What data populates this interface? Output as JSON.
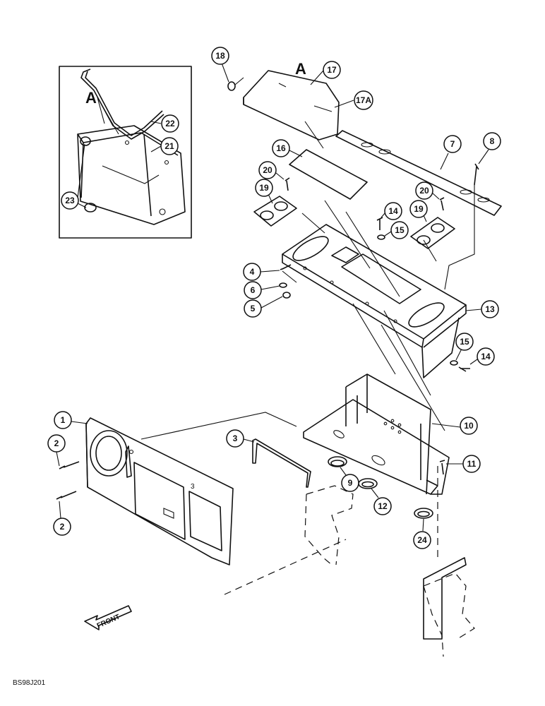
{
  "callouts": {
    "c1": "1",
    "c2a": "2",
    "c2b": "2",
    "c3": "3",
    "c4": "4",
    "c5": "5",
    "c6": "6",
    "c7": "7",
    "c8": "8",
    "c9": "9",
    "c10": "10",
    "c11": "11",
    "c12": "12",
    "c13": "13",
    "c14a": "14",
    "c14b": "14",
    "c15a": "15",
    "c15b": "15",
    "c16": "16",
    "c17": "17",
    "c17a": "17A",
    "c18": "18",
    "c19a": "19",
    "c19b": "19",
    "c20a": "20",
    "c20b": "20",
    "c21": "21",
    "c22": "22",
    "c23": "23",
    "c24": "24"
  },
  "detail_label_inset": "A",
  "detail_label_main": "A",
  "panel_mark": "3",
  "front_label": "FRONT",
  "drawing_code": "BS98J201"
}
